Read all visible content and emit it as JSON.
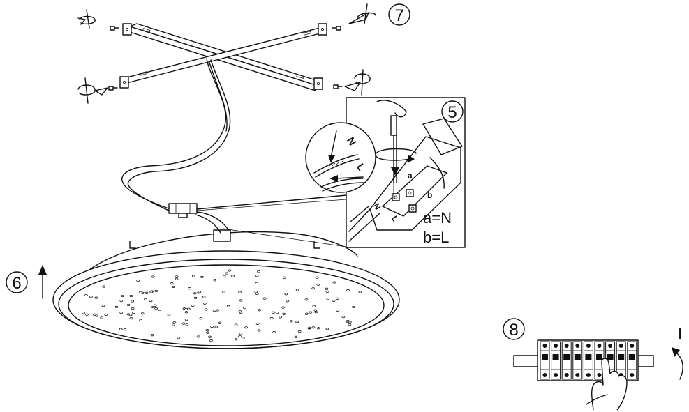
{
  "steps": {
    "step5": "5",
    "step6": "6",
    "step7": "7",
    "step8": "8"
  },
  "wiring": {
    "wire_n": "N",
    "wire_l": "L",
    "terminal_a": "a",
    "terminal_b": "b",
    "block_n": "N",
    "block_l": "L",
    "legend_a": "a=N",
    "legend_b": "b=L"
  },
  "breaker": {
    "switch_on_label": "I"
  },
  "icons": [
    "screw-icon",
    "rotate-arrow-icon",
    "up-arrow-icon",
    "screwdriver-icon",
    "hand-icon",
    "circuit-breaker-icon"
  ],
  "colors": {
    "line": "#111111",
    "background": "#ffffff"
  }
}
